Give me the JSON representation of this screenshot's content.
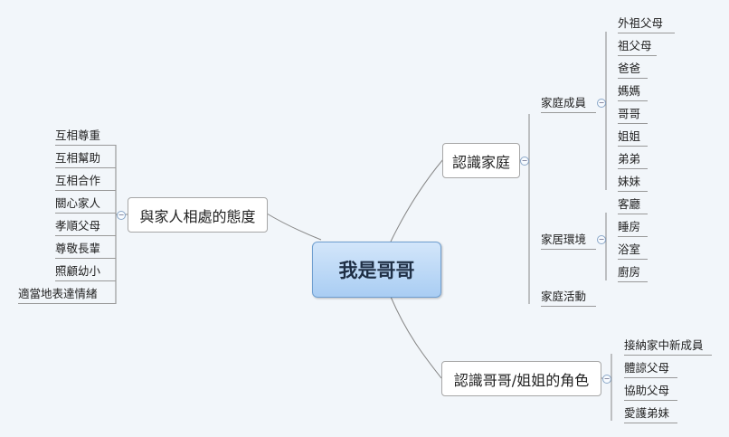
{
  "central": "我是哥哥",
  "left_topic": {
    "label": "與家人相處的態度",
    "children": [
      "互相尊重",
      "互相幫助",
      "互相合作",
      "關心家人",
      "孝順父母",
      "尊敬長輩",
      "照顧幼小",
      "適當地表達情緒"
    ]
  },
  "topic_family": {
    "label": "認識家庭",
    "members": {
      "label": "家庭成員",
      "children": [
        "外祖父母",
        "祖父母",
        "爸爸",
        "媽媽",
        "哥哥",
        "姐姐",
        "弟弟",
        "妹妹"
      ]
    },
    "home": {
      "label": "家居環境",
      "children": [
        "客廳",
        "睡房",
        "浴室",
        "廚房"
      ]
    },
    "activities": {
      "label": "家庭活動"
    }
  },
  "topic_role": {
    "label": "認識哥哥/姐姐的角色",
    "children": [
      "接納家中新成員",
      "體諒父母",
      "協助父母",
      "愛護弟妹"
    ]
  },
  "colors": {
    "line": "#888888",
    "central_border": "#6f9fd0"
  },
  "icons": {
    "collapse": "collapse-minus-icon"
  }
}
